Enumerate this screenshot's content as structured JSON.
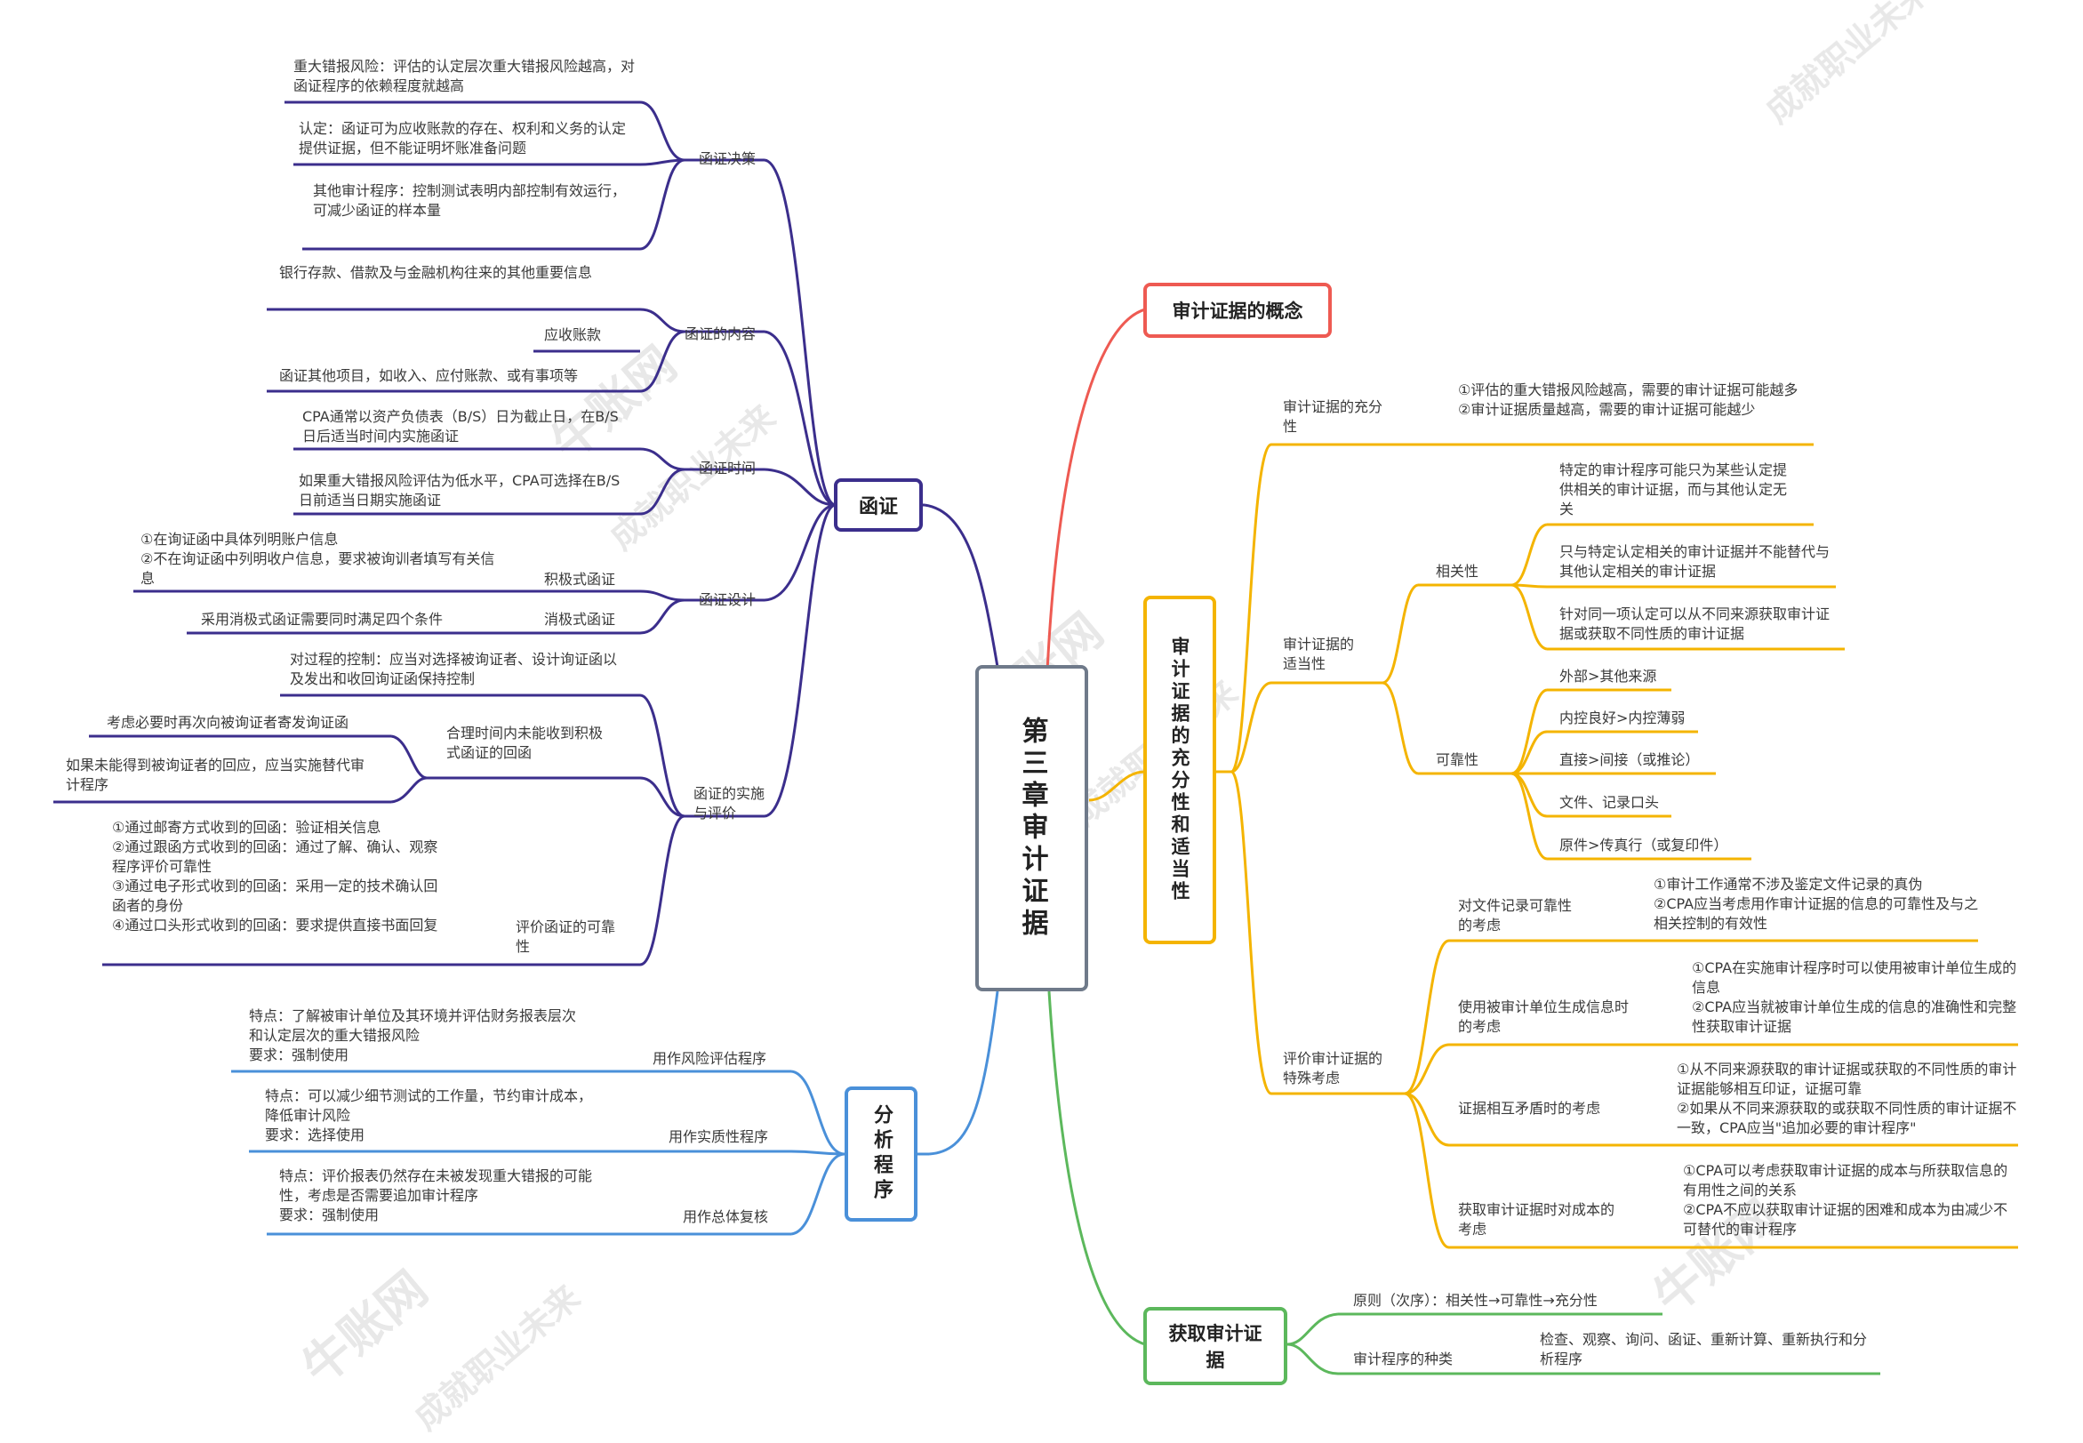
{
  "central": "第三章审计证据",
  "colors": {
    "confirm": "#3b2e8c",
    "analysis": "#4a90d9",
    "concept": "#ee5a52",
    "sufficiency": "#f4b400",
    "obtain": "#5cb85c",
    "central_border": "#6f7a8a"
  },
  "confirm": {
    "title": "函证",
    "decision": {
      "label": "函证决策",
      "items": [
        "重大错报风险：评估的认定层次重大错报风险越高，对函证程序的依赖程度就越高",
        "认定：函证可为应收账款的存在、权利和义务的认定提供证据，但不能证明坏账准备问题",
        "其他审计程序：控制测试表明内部控制有效运行，可减少函证的样本量"
      ]
    },
    "content": {
      "label": "函证的内容",
      "bank": "银行存款、借款及与金融机构往来的其他重要信息",
      "ar": "应收账款",
      "other": "函证其他项目，如收入、应付账款、或有事项等"
    },
    "timing": {
      "label": "函证时间",
      "items": [
        "CPA通常以资产负债表（B/S）日为截止日，在B/S日后适当时间内实施函证",
        "如果重大错报风险评估为低水平，CPA可选择在B/S日前适当日期实施函证"
      ]
    },
    "design": {
      "label": "函证设计",
      "positive": "积极式函证",
      "positive_notes": "①在询证函中具体列明账户信息\n②不在询证函中列明收户信息，要求被询训者填写有关信息",
      "negative": "消极式函证",
      "negative_note": "采用消极式函证需要同时满足四个条件"
    },
    "implement": {
      "label": "函证的实施与评价",
      "control": "对过程的控制：应当对选择被询证者、设计询证函以及发出和收回询证函保持控制",
      "noreply": "合理时间内未能收到积极式函证的回函",
      "noreply_items": [
        "考虑必要时再次向被询证者寄发询证函",
        "如果未能得到被询证者的回应，应当实施替代审计程序"
      ],
      "reliability": "评价函证的可靠性",
      "reliability_notes": "①通过邮寄方式收到的回函：验证相关信息\n②通过跟函方式收到的回函：通过了解、确认、观察程序评价可靠性\n③通过电子形式收到的回函：采用一定的技术确认回函者的身份\n④通过口头形式收到的回函：要求提供直接书面回复"
    }
  },
  "analysis": {
    "title": "分析程序",
    "items": [
      {
        "label": "用作风险评估程序",
        "note": "特点：了解被审计单位及其环境并评估财务报表层次和认定层次的重大错报风险\n要求：强制使用"
      },
      {
        "label": "用作实质性程序",
        "note": "特点：可以减少细节测试的工作量，节约审计成本，降低审计风险\n要求：选择使用"
      },
      {
        "label": "用作总体复核",
        "note": "特点：评价报表仍然存在未被发现重大错报的可能性，考虑是否需要追加审计程序\n要求：强制使用"
      }
    ]
  },
  "concept": {
    "title": "审计证据的概念"
  },
  "sufficiency": {
    "title": "审计证据的充分性和适当性",
    "suff": {
      "label": "审计证据的充分性",
      "notes": "①评估的重大错报风险越高，需要的审计证据可能越多\n②审计证据质量越高，需要的审计证据可能越少"
    },
    "appropriate": {
      "label": "审计证据的适当性",
      "relevance": {
        "label": "相关性",
        "items": [
          "特定的审计程序可能只为某些认定提供相关的审计证据，而与其他认定无关",
          "只与特定认定相关的审计证据并不能替代与其他认定相关的审计证据",
          "针对同一项认定可以从不同来源获取审计证据或获取不同性质的审计证据"
        ]
      },
      "reliability": {
        "label": "可靠性",
        "items": [
          "外部>其他来源",
          "内控良好>内控薄弱",
          "直接>间接（或推论）",
          "文件、记录口头",
          "原件>传真行（或复印件）"
        ]
      }
    },
    "special": {
      "label": "评价审计证据的特殊考虑",
      "items": [
        {
          "label": "对文件记录可靠性的考虑",
          "note": "①审计工作通常不涉及鉴定文件记录的真伪\n②CPA应当考虑用作审计证据的信息的可靠性及与之相关控制的有效性"
        },
        {
          "label": "使用被审计单位生成信息时的考虑",
          "note": "①CPA在实施审计程序时可以使用被审计单位生成的信息\n②CPA应当就被审计单位生成的信息的准确性和完整性获取审计证据"
        },
        {
          "label": "证据相互矛盾时的考虑",
          "note": "①从不同来源获取的审计证据或获取的不同性质的审计证据能够相互印证，证据可靠\n②如果从不同来源获取的或获取不同性质的审计证据不一致，CPA应当\"追加必要的审计程序\""
        },
        {
          "label": "获取审计证据时对成本的考虑",
          "note": "①CPA可以考虑获取审计证据的成本与所获取信息的有用性之间的关系\n②CPA不应以获取审计证据的困难和成本为由减少不可替代的审计程序"
        }
      ]
    }
  },
  "obtain": {
    "title": "获取审计证据",
    "principle": "原则（次序）：相关性→可靠性→充分性",
    "types": "审计程序的种类",
    "types_note": "检查、观察、询问、函证、重新计算、重新执行和分析程序"
  },
  "watermark": {
    "brand": "牛账网",
    "slogan": "成就职业未来"
  }
}
